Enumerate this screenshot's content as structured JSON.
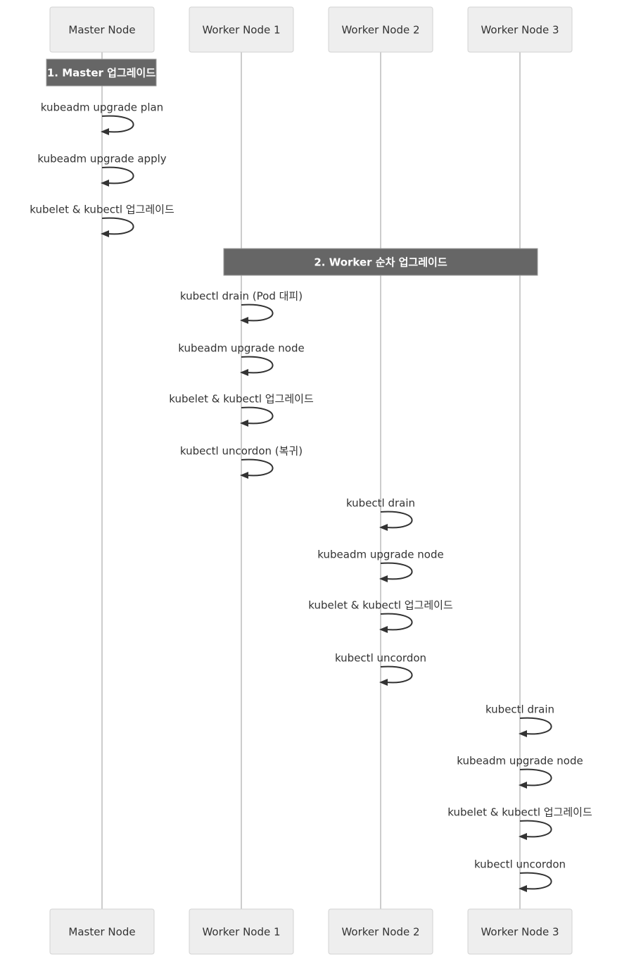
{
  "diagram": {
    "type": "sequence",
    "participants": [
      "Master Node",
      "Worker Node 1",
      "Worker Node 2",
      "Worker Node 3"
    ],
    "notes": [
      {
        "label": "1. Master 업그레이드",
        "over": [
          0
        ]
      },
      {
        "label": "2. Worker 순차 업그레이드",
        "over": [
          1,
          3
        ]
      }
    ],
    "messages": [
      {
        "from": 0,
        "to": 0,
        "label": "kubeadm upgrade plan"
      },
      {
        "from": 0,
        "to": 0,
        "label": "kubeadm upgrade apply"
      },
      {
        "from": 0,
        "to": 0,
        "label": "kubelet & kubectl 업그레이드"
      },
      {
        "from": 1,
        "to": 1,
        "label": "kubectl drain (Pod 대피)"
      },
      {
        "from": 1,
        "to": 1,
        "label": "kubeadm upgrade node"
      },
      {
        "from": 1,
        "to": 1,
        "label": "kubelet & kubectl 업그레이드"
      },
      {
        "from": 1,
        "to": 1,
        "label": "kubectl uncordon (복귀)"
      },
      {
        "from": 2,
        "to": 2,
        "label": "kubectl drain"
      },
      {
        "from": 2,
        "to": 2,
        "label": "kubeadm upgrade node"
      },
      {
        "from": 2,
        "to": 2,
        "label": "kubelet & kubectl 업그레이드"
      },
      {
        "from": 2,
        "to": 2,
        "label": "kubectl uncordon"
      },
      {
        "from": 3,
        "to": 3,
        "label": "kubectl drain"
      },
      {
        "from": 3,
        "to": 3,
        "label": "kubeadm upgrade node"
      },
      {
        "from": 3,
        "to": 3,
        "label": "kubelet & kubectl 업그레이드"
      },
      {
        "from": 3,
        "to": 3,
        "label": "kubectl uncordon"
      }
    ],
    "colors": {
      "actor_fill": "#eeeeee",
      "actor_border": "#d3d3d3",
      "lifeline": "#cccccc",
      "note_fill": "#666666",
      "note_text": "#ffffff",
      "text": "#333333"
    }
  }
}
